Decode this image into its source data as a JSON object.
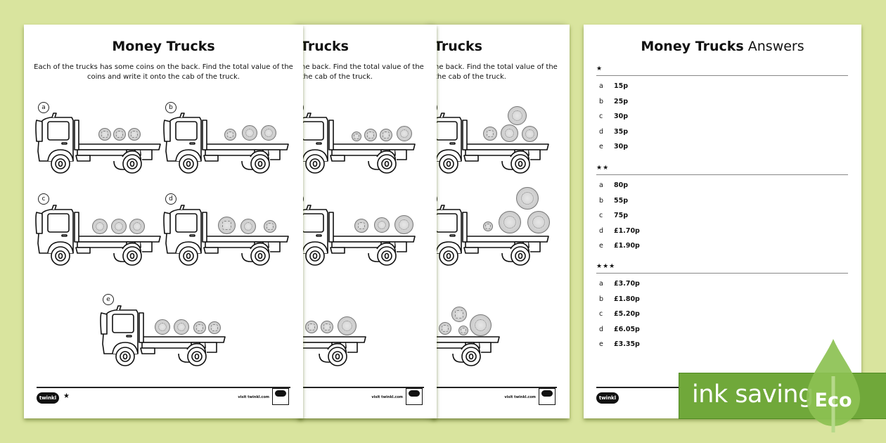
{
  "worksheet": {
    "title": "Money Trucks",
    "instructions_line1": "Each of the trucks has some coins on the back. Find the total value of the",
    "instructions_line2": "coins and write it onto the cab of the truck.",
    "questions": [
      {
        "label": "a",
        "coins": [
          "5p",
          "5p",
          "5p"
        ]
      },
      {
        "label": "b",
        "coins": [
          "5p",
          "10p",
          "10p"
        ]
      },
      {
        "label": "c",
        "coins": [
          "10p",
          "10p",
          "10p"
        ]
      },
      {
        "label": "d",
        "coins": [
          "20p",
          "10p",
          "5p"
        ]
      },
      {
        "label": "e",
        "coins": [
          "10p",
          "10p",
          "5p",
          "5p"
        ]
      }
    ],
    "footer": {
      "logo": "twinkl",
      "stars_page1": "★",
      "visit": "visit twinkl.com"
    }
  },
  "page2_partial": {
    "title_fragment": "Trucks",
    "instr_fragment1": "he back. Find the total value of the",
    "instr_fragment2": "the cab of the truck.",
    "labels": [
      "b",
      "d"
    ]
  },
  "page3_partial": {
    "title_fragment": "Trucks",
    "instr_fragment1": "he back. Find the total value of the",
    "instr_fragment2": "the cab of the truck.",
    "labels": [
      "b",
      "d"
    ]
  },
  "answers": {
    "title_bold": "Money Trucks",
    "title_rest": "Answers",
    "sections": [
      {
        "stars": "★",
        "rows": [
          {
            "label": "a",
            "value": "15p"
          },
          {
            "label": "b",
            "value": "25p"
          },
          {
            "label": "c",
            "value": "30p"
          },
          {
            "label": "d",
            "value": "35p"
          },
          {
            "label": "e",
            "value": "30p"
          }
        ]
      },
      {
        "stars": "★★",
        "rows": [
          {
            "label": "a",
            "value": "80p"
          },
          {
            "label": "b",
            "value": "55p"
          },
          {
            "label": "c",
            "value": "75p"
          },
          {
            "label": "d",
            "value": "£1.70p"
          },
          {
            "label": "e",
            "value": "£1.90p"
          }
        ]
      },
      {
        "stars": "★★★",
        "rows": [
          {
            "label": "a",
            "value": "£3.70p"
          },
          {
            "label": "b",
            "value": "£1.80p"
          },
          {
            "label": "c",
            "value": "£5.20p"
          },
          {
            "label": "d",
            "value": "£6.05p"
          },
          {
            "label": "e",
            "value": "£3.35p"
          }
        ]
      }
    ],
    "footer_logo": "twinkl"
  },
  "eco_banner": {
    "text": "ink saving",
    "badge": "Eco",
    "color": "#70a83a",
    "leaf_color": "#8cc152"
  },
  "background_color": "#d9e49e"
}
